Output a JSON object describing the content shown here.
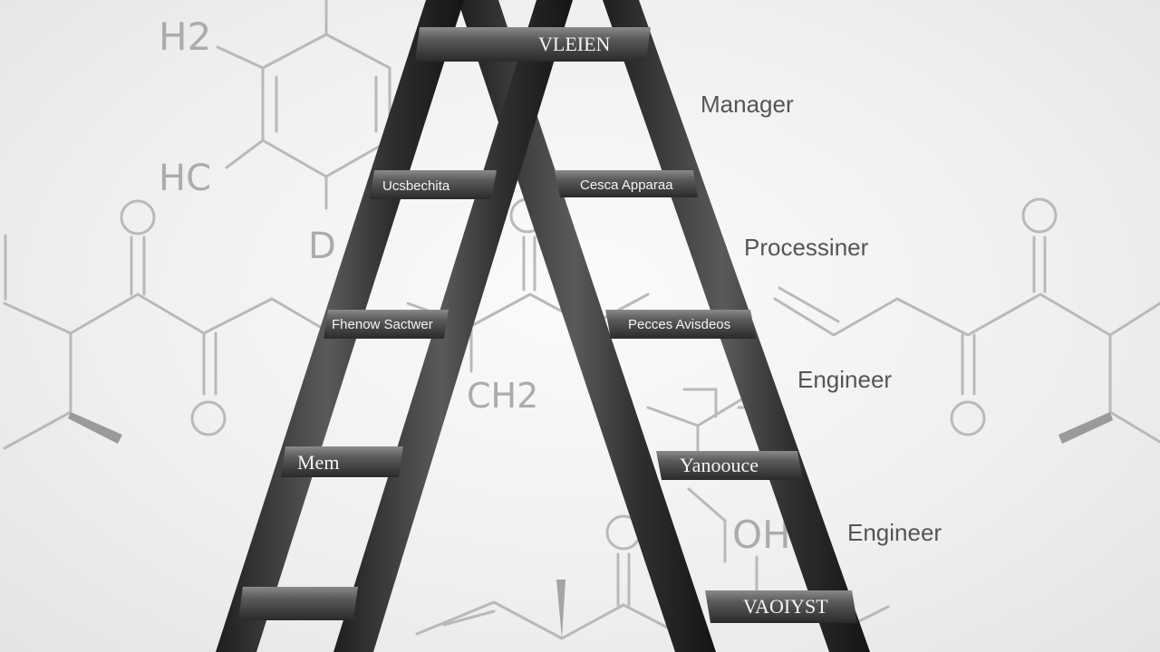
{
  "chemistry": {
    "formula_h2": "H2",
    "formula_hc": "HC",
    "formula_ch2": "CH2",
    "formula_oh": "OH",
    "formula_partial": "D"
  },
  "ladder": {
    "top_rung": "VLEIEN",
    "left_rungs": [
      "Ucsbechita",
      "Fhenow Sactwer",
      "Mem"
    ],
    "right_rungs": [
      "Cesca Apparaa",
      "Pecces Avisdeos",
      "Yanoouce",
      "VAOIYST"
    ]
  },
  "side_labels": [
    "Manager",
    "Processiner",
    "Engineer",
    "Engineer"
  ],
  "colors": {
    "background": "#f2f2f2",
    "ladder_metal": "#3c3c3c",
    "rung_metal": "#4a4a4a",
    "chemistry_lines": "#b9b9b9",
    "label_text": "#555555"
  }
}
